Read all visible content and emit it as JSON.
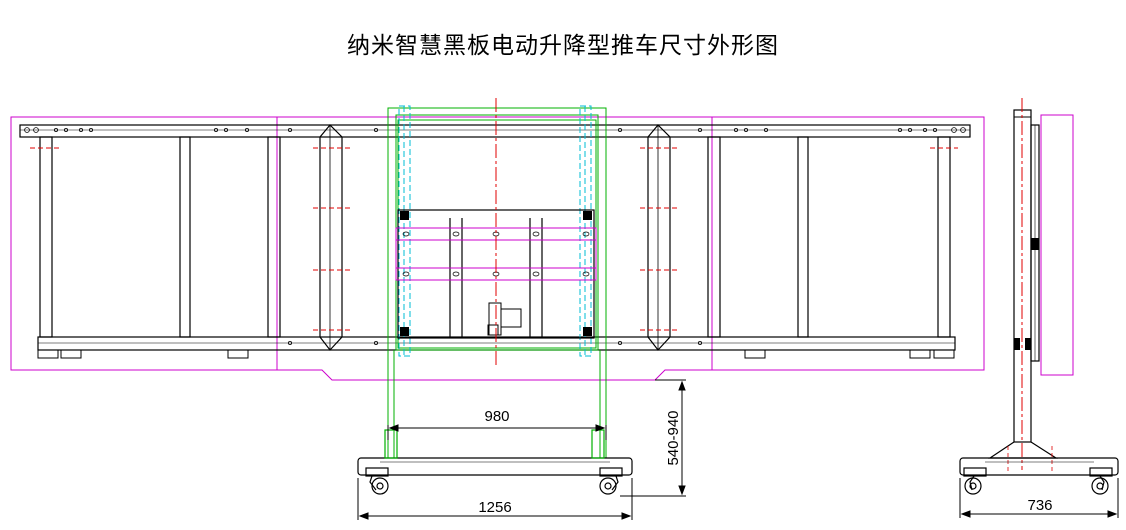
{
  "title": "纳米智慧黑板电动升降型推车尺寸外形图",
  "dimensions": {
    "inner_width": "980",
    "lift_range": "540-940",
    "base_width": "1256",
    "side_depth": "736"
  },
  "colors": {
    "outline": "#cc00cc",
    "frame": "#000000",
    "cart": "#00b000",
    "column": "#00bcd4",
    "centerline": "#e00000"
  }
}
